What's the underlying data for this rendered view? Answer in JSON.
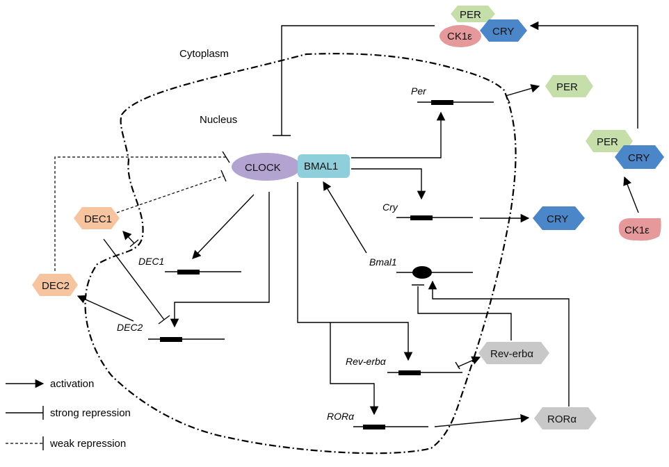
{
  "regions": {
    "cytoplasm": "Cytoplasm",
    "nucleus": "Nucleus"
  },
  "proteins": {
    "per_top": "PER",
    "ck1e_top": "CK1ε",
    "cry_top": "CRY",
    "per_right": "PER",
    "per_mid": "PER",
    "cry_mid": "CRY",
    "cry_right": "CRY",
    "ck1e_right": "CK1ε",
    "clock": "CLOCK",
    "bmal1": "BMAL1",
    "dec1": "DEC1",
    "dec2": "DEC2",
    "rev_erba": "Rev-erbα",
    "rora": "RORα"
  },
  "genes": {
    "per": "Per",
    "cry": "Cry",
    "bmal1": "Bmal1",
    "dec1": "DEC1",
    "dec2": "DEC2",
    "rev_erba": "Rev-erbα",
    "rora": "RORα"
  },
  "legend": {
    "activation": "activation",
    "strong_repression": "strong repression",
    "weak_repression": "weak repression"
  },
  "colors": {
    "per": "#c6deaa",
    "cry": "#4a86c8",
    "ck1e": "#e5999a",
    "clock": "#b3a3d0",
    "bmal1": "#8fcfdb",
    "dec": "#f6c59f",
    "nuclear_receptor": "#c8c8c8"
  }
}
